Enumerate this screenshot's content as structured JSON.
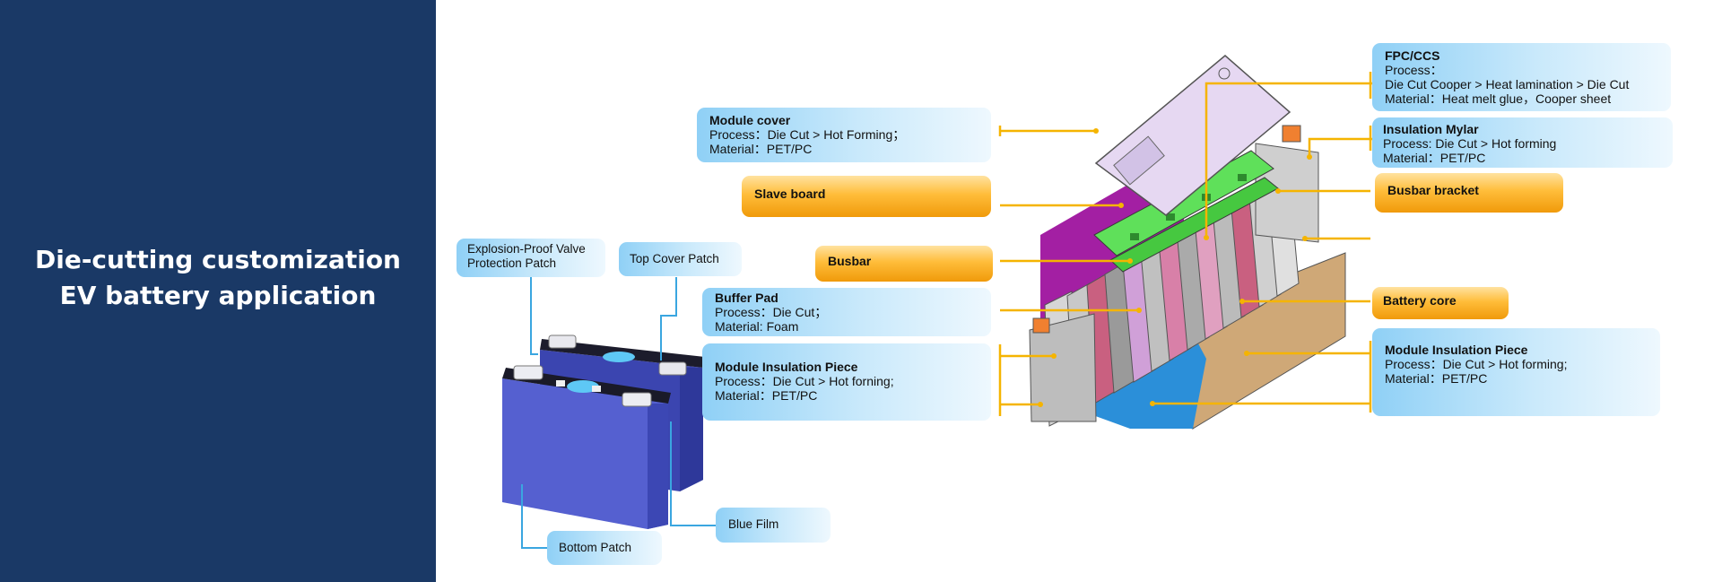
{
  "title": {
    "line1": "Die-cutting customization",
    "line2": "EV battery application"
  },
  "cell_labels": {
    "explosion_valve": [
      "Explosion-Proof Valve",
      "Protection Patch"
    ],
    "top_cover": "Top Cover Patch",
    "blue_film": "Blue Film",
    "bottom_patch": "Bottom Patch"
  },
  "module_labels": {
    "module_cover": {
      "title": "Module cover",
      "lines": [
        "Process：Die Cut > Hot Forming；",
        "Material：PET/PC"
      ]
    },
    "slave_board": "Slave board",
    "busbar": "Busbar",
    "buffer_pad": {
      "title": "Buffer Pad",
      "lines": [
        "Process：Die Cut；",
        "Material: Foam"
      ]
    },
    "module_insulation_left": {
      "title": "Module Insulation Piece",
      "lines": [
        "Process：Die Cut > Hot forning;",
        " Material：PET/PC"
      ]
    },
    "fpc_ccs": {
      "title": "FPC/CCS",
      "lines": [
        "Process：",
        "Die Cut Cooper > Heat lamination > Die Cut",
        "Material：Heat melt glue，Cooper sheet"
      ]
    },
    "insulation_mylar": {
      "title": "Insulation Mylar",
      "lines": [
        "Process: Die Cut > Hot forming",
        " Material：PET/PC"
      ]
    },
    "busbar_bracket": "Busbar bracket",
    "battery_core": "Battery core",
    "module_insulation_right": {
      "title": "Module Insulation Piece",
      "lines": [
        "Process：Die Cut > Hot forming;",
        " Material：PET/PC"
      ]
    }
  },
  "colors": {
    "panel": "#1a3966",
    "callout_line": "#f5b400",
    "cell_line": "#3aa6e0",
    "cell_body": "#4a56c8"
  }
}
